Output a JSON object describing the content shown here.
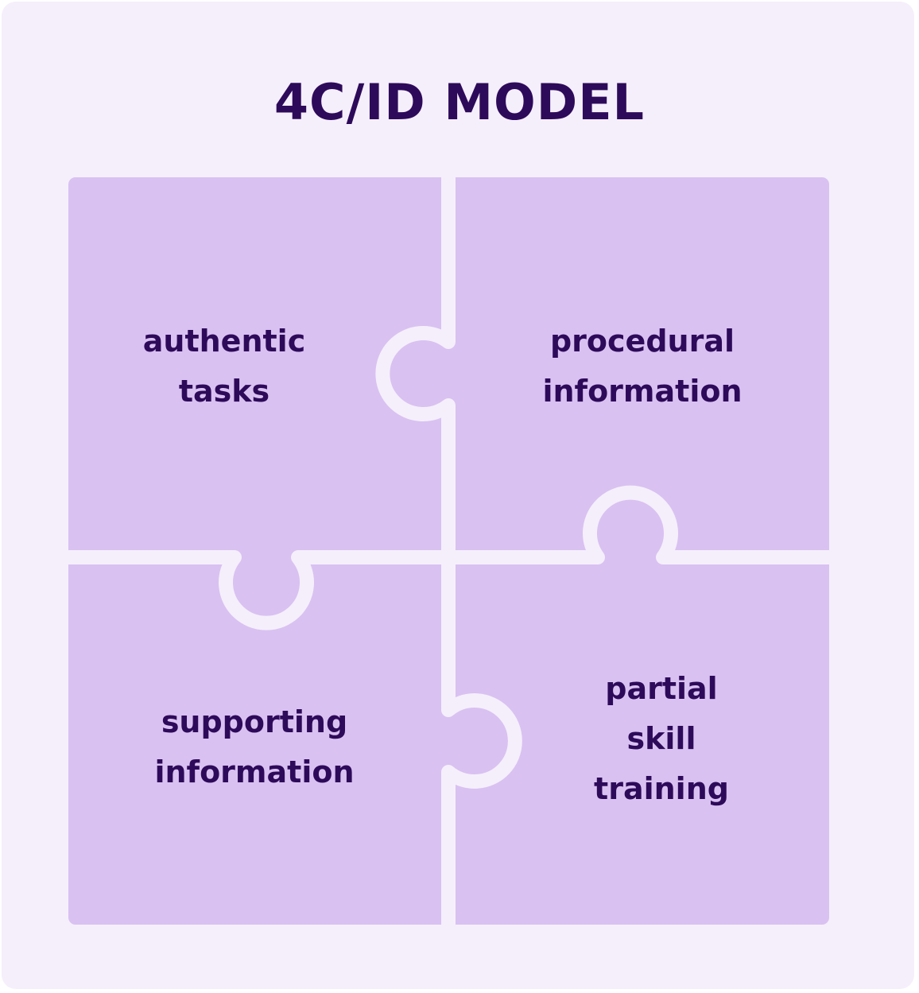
{
  "title": "4C/ID MODEL",
  "pieces": [
    {
      "lines": [
        "authentic",
        "tasks"
      ]
    },
    {
      "lines": [
        "procedural",
        "information"
      ]
    },
    {
      "lines": [
        "supporting",
        "information"
      ]
    },
    {
      "lines": [
        "partial",
        "skill",
        "training"
      ]
    }
  ],
  "colors": {
    "background": "#f5effb",
    "piece": "#d9c1f1",
    "text": "#2e0a5a"
  }
}
